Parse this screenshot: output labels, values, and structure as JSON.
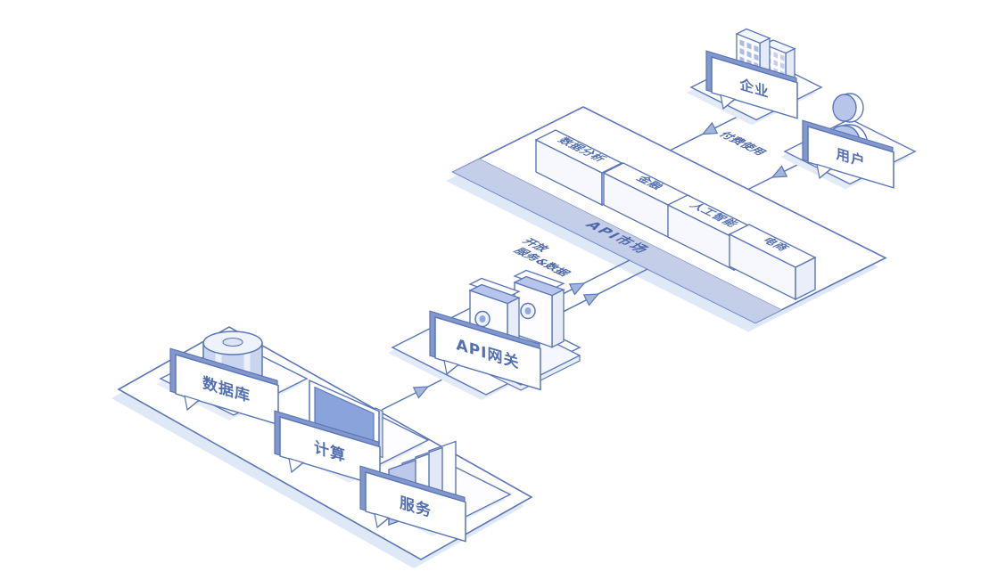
{
  "diagram": {
    "provider_platform": {
      "items": [
        {
          "label": "数据库",
          "icon": "database"
        },
        {
          "label": "计算",
          "icon": "monitor"
        },
        {
          "label": "服务",
          "icon": "stacked-panels"
        }
      ]
    },
    "gateway": {
      "label": "API网关",
      "icon": "server"
    },
    "market": {
      "label": "API市场",
      "categories": [
        {
          "label": "数据分析"
        },
        {
          "label": "金融"
        },
        {
          "label": "人工智能"
        },
        {
          "label": "电商"
        }
      ]
    },
    "consumers": [
      {
        "label": "企业",
        "icon": "building"
      },
      {
        "label": "用户",
        "icon": "person"
      }
    ],
    "flows": {
      "open_line1": "开放",
      "open_line2": "服务&数据",
      "paid": "付费使用"
    },
    "colors": {
      "outline": "#5b77b6",
      "plate_edge": "#8297cd",
      "periwinkle": "#b7c5eb",
      "band": "#c5cee8",
      "shadow": "#dfe8f7",
      "screen": "#8aa3da",
      "label_text": "#4d67a9",
      "arrow_fill": "#a3b4de"
    }
  }
}
